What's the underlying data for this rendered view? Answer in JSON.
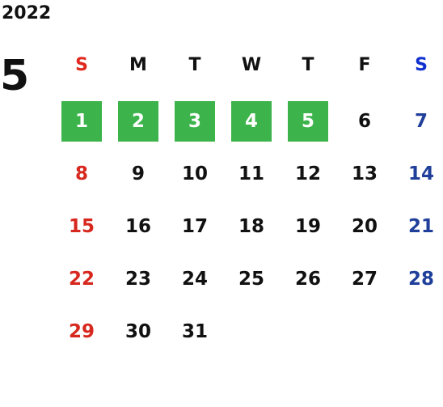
{
  "calendar": {
    "year": "2022",
    "month": "5",
    "colors": {
      "holiday_bg": "#3cb44b",
      "sunday": "#d6281e",
      "saturday": "#1f3f9a",
      "weekday": "#111111"
    },
    "weekdays": [
      "S",
      "M",
      "T",
      "W",
      "T",
      "F",
      "S"
    ],
    "weeks": [
      [
        "1",
        "2",
        "3",
        "4",
        "5",
        "6",
        "7"
      ],
      [
        "8",
        "9",
        "10",
        "11",
        "12",
        "13",
        "14"
      ],
      [
        "15",
        "16",
        "17",
        "18",
        "19",
        "20",
        "21"
      ],
      [
        "22",
        "23",
        "24",
        "25",
        "26",
        "27",
        "28"
      ],
      [
        "29",
        "30",
        "31",
        "",
        "",
        "",
        ""
      ]
    ],
    "highlighted_days": [
      "1",
      "2",
      "3",
      "4",
      "5"
    ]
  }
}
